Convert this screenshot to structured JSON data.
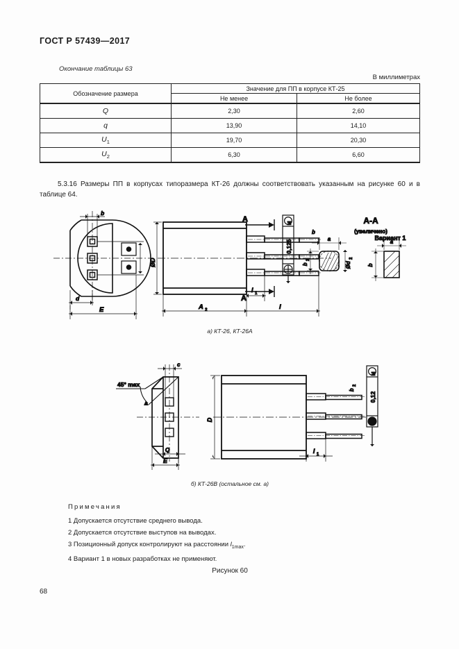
{
  "document": {
    "standard_id": "ГОСТ Р 57439—2017",
    "page_number": "68"
  },
  "table": {
    "continuation_label": "Окончание таблицы 63",
    "units_note": "В миллиметрах",
    "col_designation": "Обозначение размера",
    "col_group": "Значение для ПП в корпусе КТ-25",
    "col_min": "Не менее",
    "col_max": "Не более",
    "rows": [
      {
        "symbol": "Q",
        "sub": "",
        "min": "2,30",
        "max": "2,60"
      },
      {
        "symbol": "q",
        "sub": "",
        "min": "13,90",
        "max": "14,10"
      },
      {
        "symbol": "U",
        "sub": "1",
        "min": "19,70",
        "max": "20,30"
      },
      {
        "symbol": "U",
        "sub": "2",
        "min": "6,30",
        "max": "6,60"
      }
    ]
  },
  "paragraph": {
    "clause": "5.3.16 Размеры ПП в корпусах типоразмера КТ-26 должны соответствовать указанным на рисунке 60 и в таблице 64."
  },
  "figure": {
    "number_caption": "Рисунок 60",
    "caption_a": "а) КТ-26, КТ-26А",
    "caption_b": "б) КТ-26В (остальное см. а)",
    "drawing_a": {
      "labels": {
        "b_top": "b",
        "d": "d",
        "E": "E",
        "diameter_D": "ØD",
        "A2": "A2",
        "l1": "l1",
        "l": "l",
        "section_arrow": "A",
        "tolerance_frame": "0,125",
        "tolerance_symbol": "⌖",
        "tolerance_modifier": "M",
        "section_title": "А-А",
        "section_subtitle": "(увеличено)",
        "variant_title": "Вариант 1",
        "a": "a",
        "b": "b",
        "b2": "b2",
        "d2": "Ød2"
      }
    },
    "drawing_b": {
      "labels": {
        "angle": "45° max",
        "c": "c",
        "Q": "Q",
        "E": "E",
        "D": "D",
        "l1": "l1",
        "b2": "b2",
        "tolerance_frame": "0,12",
        "tolerance_symbol": "⌖",
        "tolerance_modifier": "M"
      }
    }
  },
  "notes": {
    "title": "Примечания",
    "items": [
      "1 Допускается отсутствие среднего вывода.",
      "2 Допускается отсутствие выступов на выводах.",
      "4 Вариант 1 в новых разработках не применяют."
    ],
    "item3_prefix": "3 Позиционный допуск контролируют на расстоянии ",
    "item3_symbol": "l",
    "item3_sub": "1max",
    "item3_suffix": "."
  }
}
